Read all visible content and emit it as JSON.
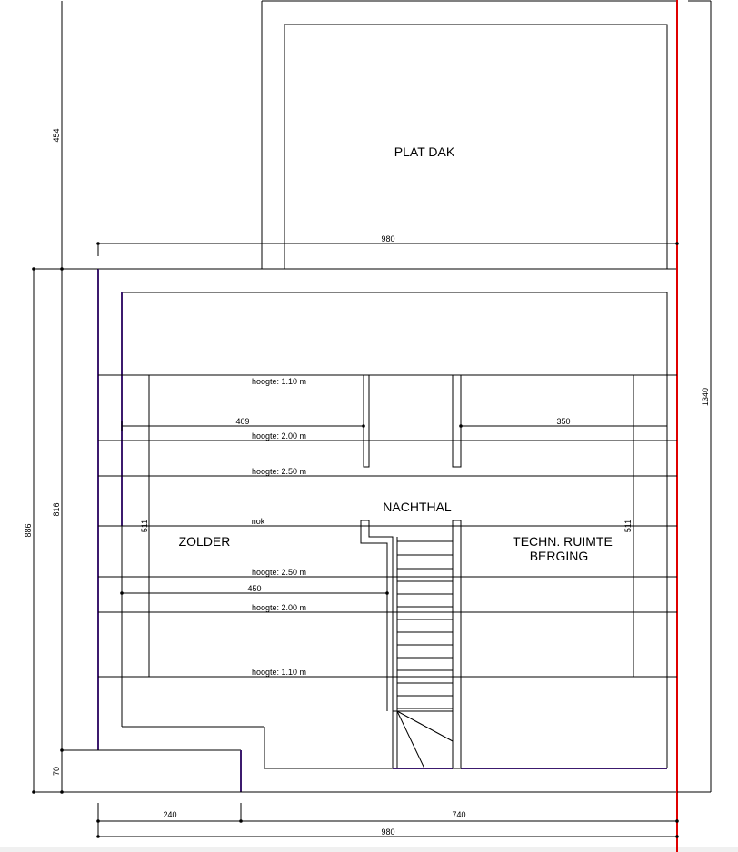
{
  "rooms": {
    "plat_dak": "PLAT DAK",
    "nachthal": "NACHTHAL",
    "zolder": "ZOLDER",
    "techn_line1": "TECHN. RUIMTE",
    "techn_line2": "BERGING"
  },
  "heights": {
    "top_1_10": "hoogte: 1.10 m",
    "top_2_00": "hoogte: 2.00 m",
    "top_2_50": "hoogte: 2.50 m",
    "nok": "nok",
    "bot_2_50": "hoogte: 2.50 m",
    "bot_2_00": "hoogte: 2.00 m",
    "bot_1_10": "hoogte: 1.10 m"
  },
  "dimensions": {
    "left_454": "454",
    "left_816": "816",
    "left_886": "886",
    "left_70": "70",
    "right_1340": "1340",
    "top_980": "980",
    "inner_409": "409",
    "inner_350": "350",
    "inner_450": "450",
    "side_511_left": "511",
    "side_511_right": "511",
    "bottom_240": "240",
    "bottom_740": "740",
    "bottom_980": "980"
  },
  "colors": {
    "outline": "#000000",
    "wall_accent": "#3c1a6e",
    "section_line": "#e00000",
    "background": "#ffffff"
  }
}
